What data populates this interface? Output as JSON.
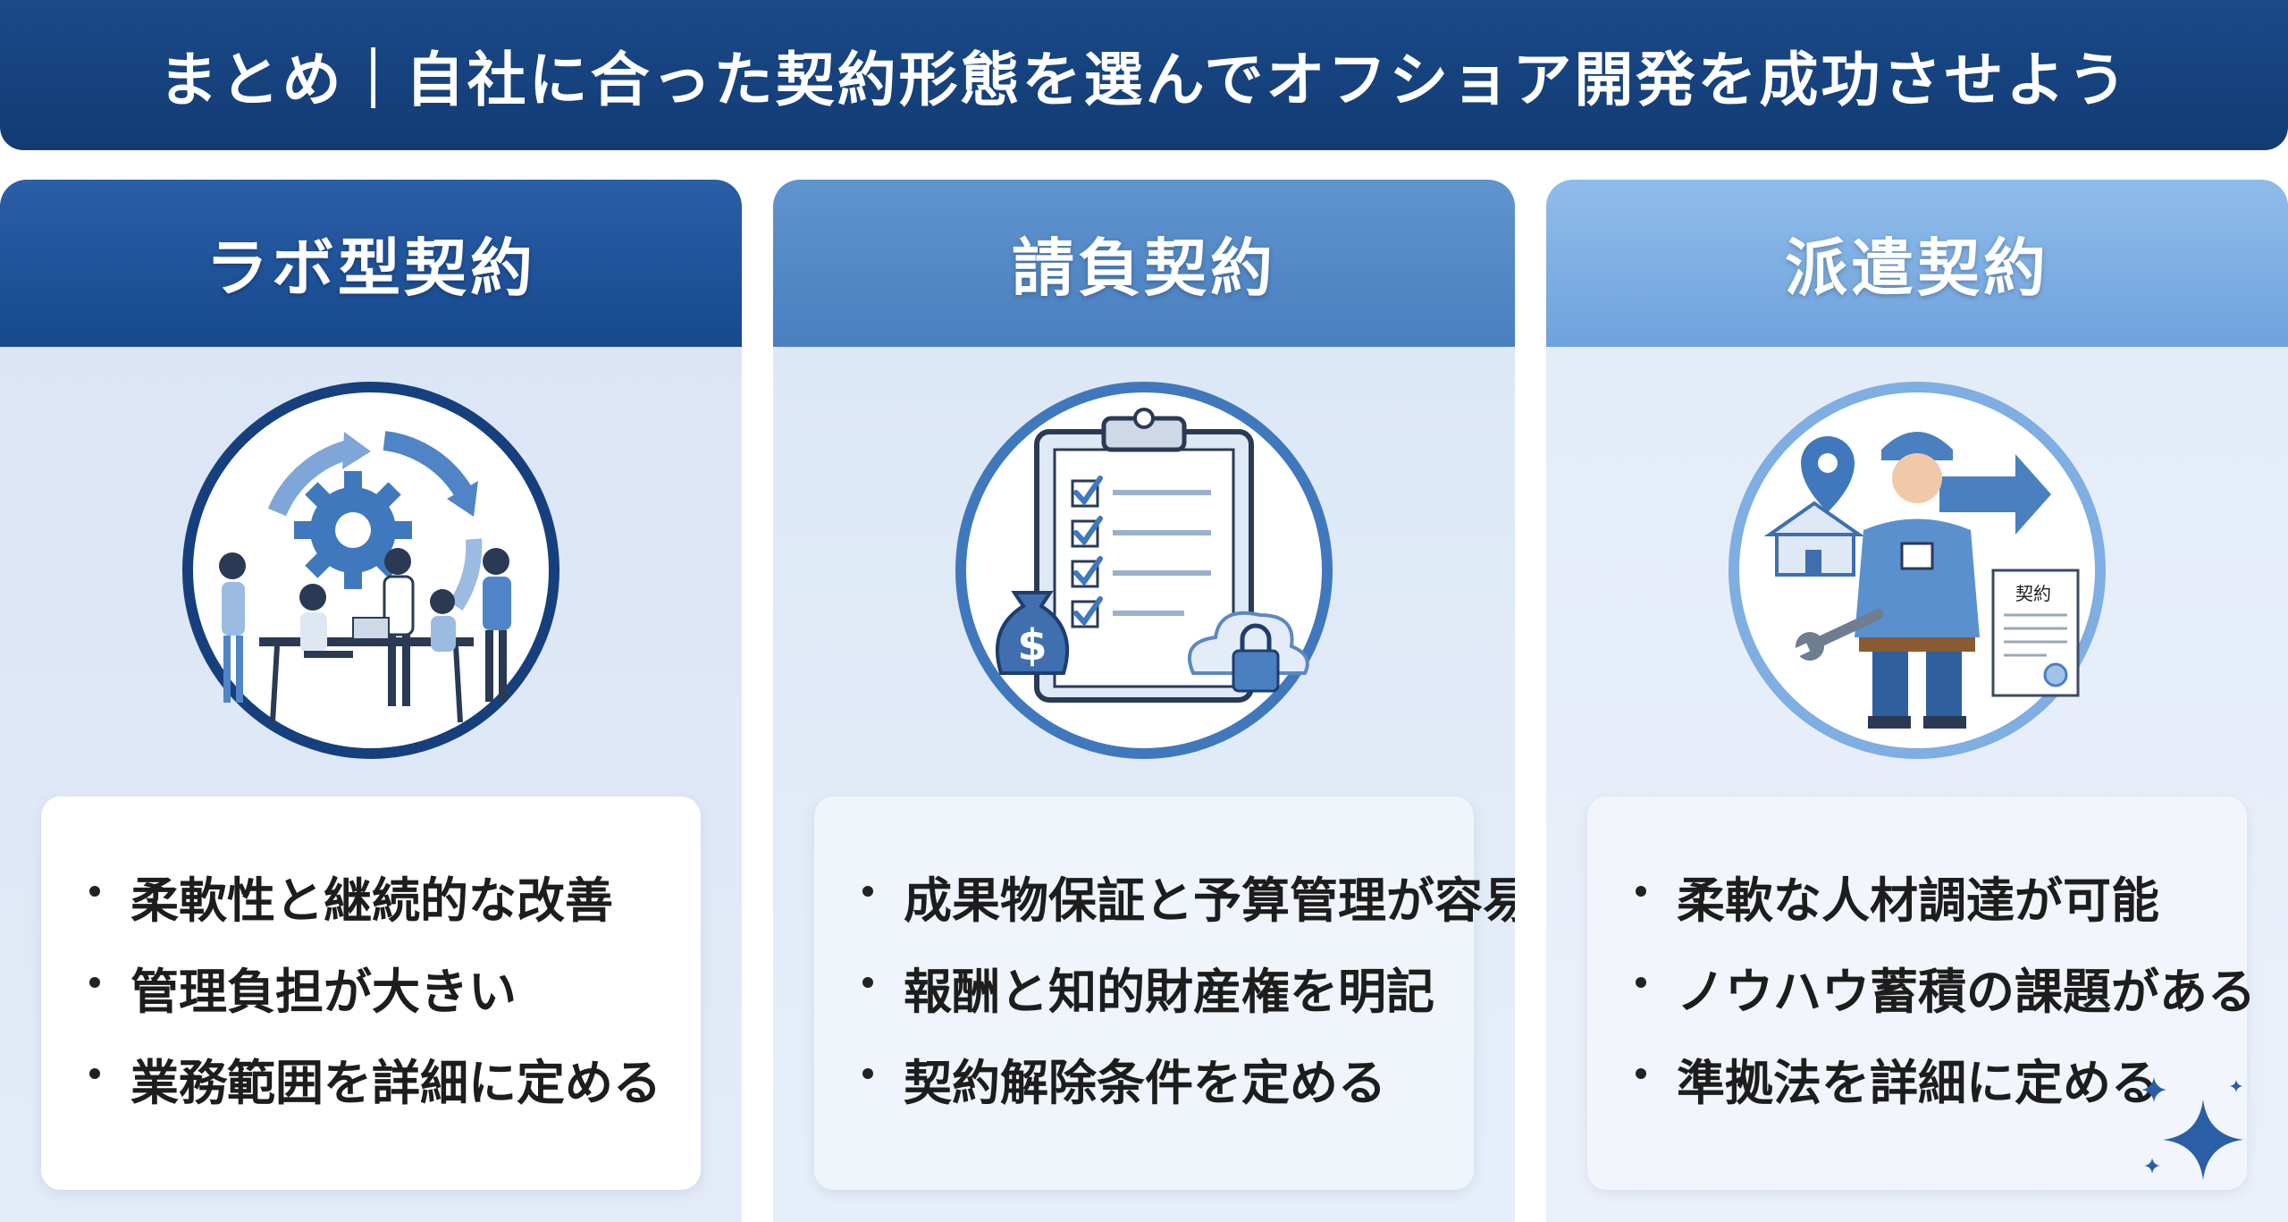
{
  "header": {
    "title": "まとめ｜自社に合った契約形態を選んでオフショア開発を成功させよう"
  },
  "columns": [
    {
      "title": "ラボ型契約",
      "icon": "team-gear-cycle-illustration",
      "accent": "#17498f",
      "points": [
        "柔軟性と継続的な改善",
        "管理負担が大きい",
        "業務範囲を詳細に定める"
      ]
    },
    {
      "title": "請負契約",
      "icon": "clipboard-checklist-illustration",
      "accent": "#4a7fc0",
      "points": [
        "成果物保証と予算管理が容易",
        "報酬と知的財産権を明記",
        "契約解除条件を定める"
      ]
    },
    {
      "title": "派遣契約",
      "icon": "dispatched-worker-illustration",
      "accent": "#6fa3dd",
      "document_label": "契約",
      "points": [
        "柔軟な人材調達が可能",
        "ノウハウ蓄積の課題がある",
        "準拠法を詳細に定める"
      ]
    }
  ],
  "decoration": {
    "icon": "sparkle-icon"
  }
}
